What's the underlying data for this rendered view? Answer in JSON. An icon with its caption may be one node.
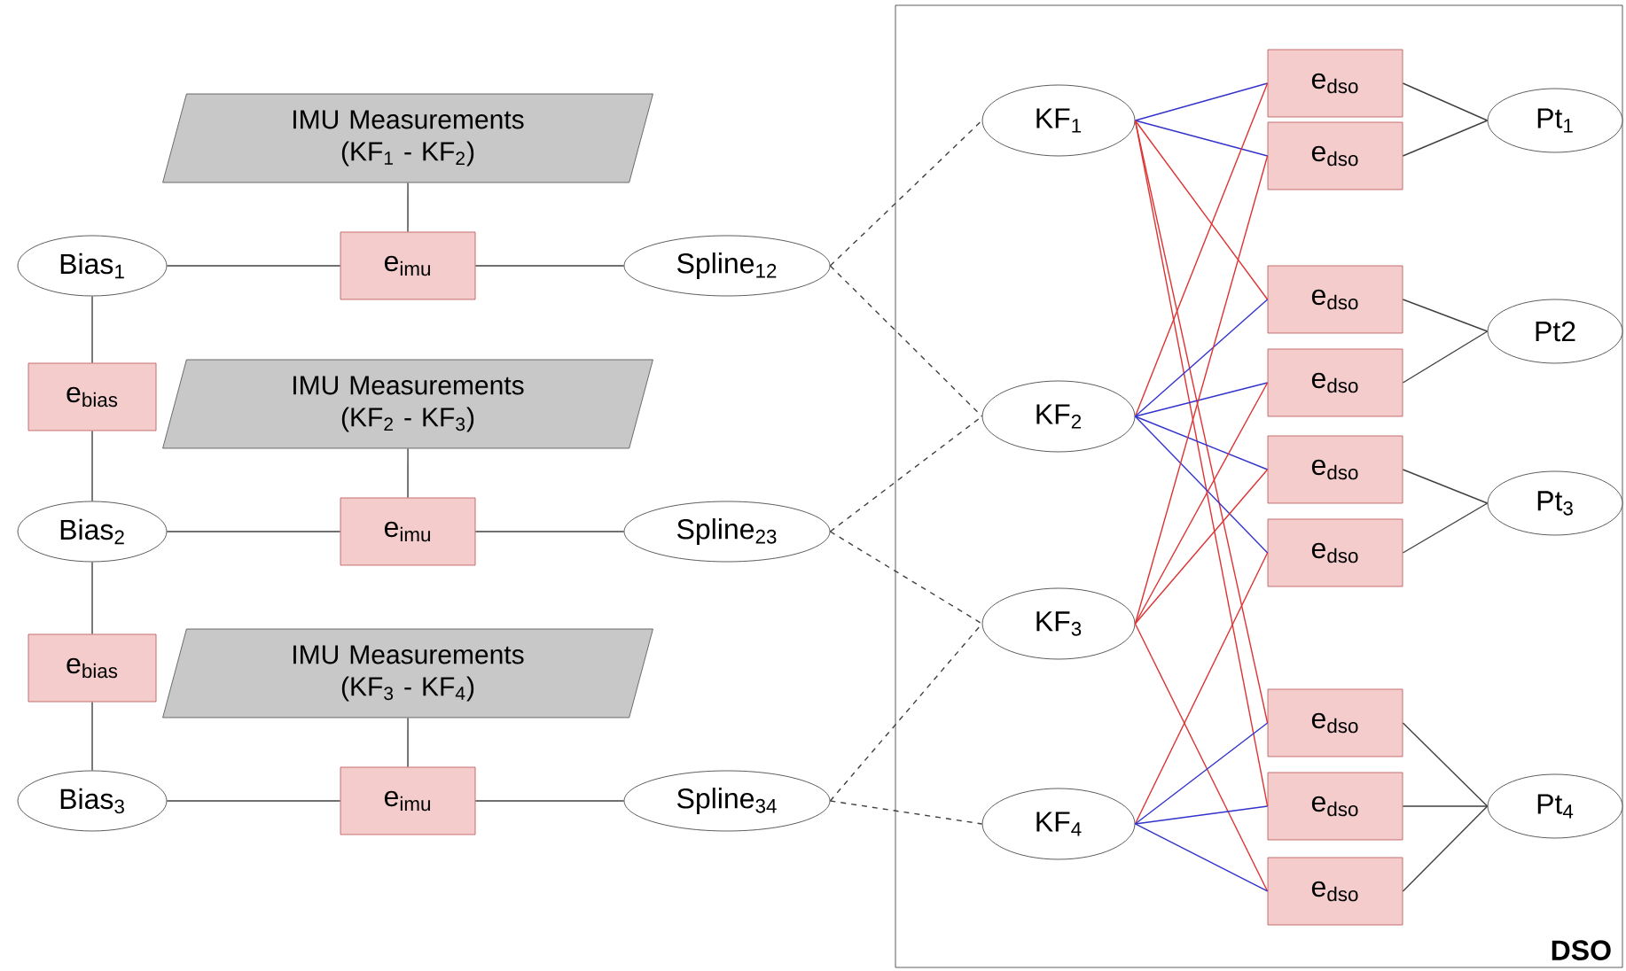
{
  "diagram": {
    "nodes": [
      {
        "text": [
          "IMU Measurements (KF$_{1}$ - KF$_{2}$)"
        ]
      },
      {
        "text": [
          "Bias$_{1}$"
        ]
      },
      {
        "text": [
          "e$_{imu}$"
        ]
      },
      {
        "text": [
          "Spline$_{12}$"
        ]
      },
      {
        "text": [
          "e$_{bias}$"
        ]
      },
      {
        "text": [
          "IMU Measurements (KF$_{2}$ - KF$_{3}$)"
        ]
      },
      {
        "text": [
          "Bias$_{2}$"
        ]
      },
      {
        "text": [
          "e$_{imu}$"
        ]
      },
      {
        "text": [
          "Spline$_{23}$"
        ]
      },
      {
        "text": [
          "e$_{bias}$"
        ]
      },
      {
        "text": [
          "IMU Measurements (KF$_{3}$ - KF$_{4}$)"
        ]
      },
      {
        "text": [
          "Bias$_{3}$"
        ]
      },
      {
        "text": [
          "e$_{imu}$"
        ]
      },
      {
        "text": [
          "Spline$_{34}$"
        ]
      },
      {
        "text": [
          "DSO"
        ]
      },
      {
        "text": [
          "KF$_{1}$"
        ],
        "in": 14
      },
      {
        "text": [
          "KF$_{2}$"
        ],
        "in": 14
      },
      {
        "text": [
          "KF$_{3}$"
        ],
        "in": 14
      },
      {
        "text": [
          "KF$_{4}$"
        ],
        "in": 14
      },
      {
        "text": [
          "e$_{dso}$"
        ],
        "in": 14
      },
      {
        "text": [
          "e$_{dso}$"
        ],
        "in": 14
      },
      {
        "text": [
          "e$_{dso}$"
        ],
        "in": 14
      },
      {
        "text": [
          "e$_{dso}$"
        ],
        "in": 14
      },
      {
        "text": [
          "e$_{dso}$"
        ],
        "in": 14
      },
      {
        "text": [
          "e$_{dso}$"
        ],
        "in": 14
      },
      {
        "text": [
          "e$_{dso}$"
        ],
        "in": 14
      },
      {
        "text": [
          "e$_{dso}$"
        ],
        "in": 14
      },
      {
        "text": [
          "e$_{dso}$"
        ],
        "in": 14
      },
      {
        "text": [
          "Pt$_{1}$"
        ],
        "in": 14
      },
      {
        "text": [
          "Pt2"
        ],
        "in": 14
      },
      {
        "text": [
          "Pt$_{3}$"
        ],
        "in": 14
      },
      {
        "text": [
          "Pt$_{4}$"
        ],
        "in": 14
      }
    ],
    "edges": [
      {
        "from": 0,
        "to": 2,
        "arrow": "none"
      },
      {
        "from": 1,
        "to": 2,
        "arrow": "none"
      },
      {
        "from": 2,
        "to": 3,
        "arrow": "none"
      },
      {
        "from": 1,
        "to": 4,
        "arrow": "none"
      },
      {
        "from": 4,
        "to": 6,
        "arrow": "none"
      },
      {
        "from": 5,
        "to": 7,
        "arrow": "none"
      },
      {
        "from": 6,
        "to": 7,
        "arrow": "none"
      },
      {
        "from": 7,
        "to": 8,
        "arrow": "none"
      },
      {
        "from": 6,
        "to": 9,
        "arrow": "none"
      },
      {
        "from": 9,
        "to": 11,
        "arrow": "none"
      },
      {
        "from": 10,
        "to": 12,
        "arrow": "none"
      },
      {
        "from": 11,
        "to": 12,
        "arrow": "none"
      },
      {
        "from": 12,
        "to": 13,
        "arrow": "none"
      },
      {
        "from": 3,
        "to": 15,
        "arrow": "none",
        "style": "dashed"
      },
      {
        "from": 3,
        "to": 16,
        "arrow": "none",
        "style": "dashed"
      },
      {
        "from": 8,
        "to": 16,
        "arrow": "none",
        "style": "dashed"
      },
      {
        "from": 8,
        "to": 17,
        "arrow": "none",
        "style": "dashed"
      },
      {
        "from": 13,
        "to": 17,
        "arrow": "none",
        "style": "dashed"
      },
      {
        "from": 13,
        "to": 18,
        "arrow": "none",
        "style": "dashed"
      },
      {
        "from": 15,
        "to": 19,
        "arrow": "none",
        "color": "#3333cc"
      },
      {
        "from": 15,
        "to": 20,
        "arrow": "none",
        "color": "#3333cc"
      },
      {
        "from": 15,
        "to": 21,
        "arrow": "none",
        "color": "#dd3333"
      },
      {
        "from": 15,
        "to": 25,
        "arrow": "none",
        "color": "#dd3333"
      },
      {
        "from": 15,
        "to": 26,
        "arrow": "none",
        "color": "#dd3333"
      },
      {
        "from": 16,
        "to": 19,
        "arrow": "none",
        "color": "#dd3333"
      },
      {
        "from": 16,
        "to": 21,
        "arrow": "none",
        "color": "#3333cc"
      },
      {
        "from": 16,
        "to": 22,
        "arrow": "none",
        "color": "#3333cc"
      },
      {
        "from": 16,
        "to": 23,
        "arrow": "none",
        "color": "#3333cc"
      },
      {
        "from": 16,
        "to": 24,
        "arrow": "none",
        "color": "#3333cc"
      },
      {
        "from": 17,
        "to": 20,
        "arrow": "none",
        "color": "#dd3333"
      },
      {
        "from": 17,
        "to": 22,
        "arrow": "none",
        "color": "#dd3333"
      },
      {
        "from": 17,
        "to": 23,
        "arrow": "none",
        "color": "#dd3333"
      },
      {
        "from": 17,
        "to": 27,
        "arrow": "none",
        "color": "#dd3333"
      },
      {
        "from": 18,
        "to": 24,
        "arrow": "none",
        "color": "#dd3333"
      },
      {
        "from": 18,
        "to": 25,
        "arrow": "none",
        "color": "#3333cc"
      },
      {
        "from": 18,
        "to": 26,
        "arrow": "none",
        "color": "#3333cc"
      },
      {
        "from": 18,
        "to": 27,
        "arrow": "none",
        "color": "#3333cc"
      },
      {
        "from": 19,
        "to": 28,
        "arrow": "none"
      },
      {
        "from": 20,
        "to": 28,
        "arrow": "none"
      },
      {
        "from": 21,
        "to": 29,
        "arrow": "none"
      },
      {
        "from": 22,
        "to": 29,
        "arrow": "none"
      },
      {
        "from": 23,
        "to": 30,
        "arrow": "none"
      },
      {
        "from": 24,
        "to": 30,
        "arrow": "none"
      },
      {
        "from": 25,
        "to": 31,
        "arrow": "none"
      },
      {
        "from": 26,
        "to": 31,
        "arrow": "none"
      },
      {
        "from": 27,
        "to": 31,
        "arrow": "none"
      }
    ]
  }
}
